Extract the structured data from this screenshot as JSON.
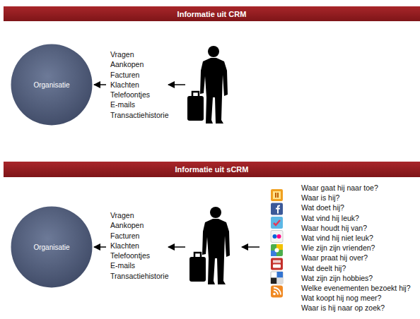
{
  "diagram": {
    "nodes": [
      {
        "text": [
          "Informatie uit CRM"
        ]
      },
      {
        "text": [
          "Organisatie"
        ]
      },
      {
        "text": [
          "Vragen",
          "Aankopen",
          "Facturen",
          "Klachten",
          "Telefoontjes",
          "E-mails",
          "Transactiehistorie"
        ]
      },
      {
        "text": [
          "Informatie uit sCRM"
        ]
      },
      {
        "text": [
          "Organisatie"
        ]
      },
      {
        "text": [
          "Vragen",
          "Aankopen",
          "Facturen",
          "Klachten",
          "Telefoontjes",
          "E-mails",
          "Transactiehistorie"
        ]
      },
      {
        "text": [
          "Waar gaat hij naar toe?",
          "Waar is hij?",
          "Wat doet hij?",
          "Wat vind hij leuk?",
          "Waar houdt hij van?",
          "Wat vind hij niet leuk?",
          "Wie zijn zijn vrienden?",
          "Waar praat hij over?",
          "Wat deelt hij?",
          "Wat zijn zijn hobbies?",
          "Welke evenementen bezoekt hij?",
          "Wat koopt hij nog meer?",
          "Waar is hij naar op zoek?"
        ]
      }
    ],
    "edges": [
      {
        "from": 2,
        "to": 1,
        "arrow": "to"
      },
      {
        "from": 5,
        "to": 4,
        "arrow": "to"
      }
    ]
  }
}
